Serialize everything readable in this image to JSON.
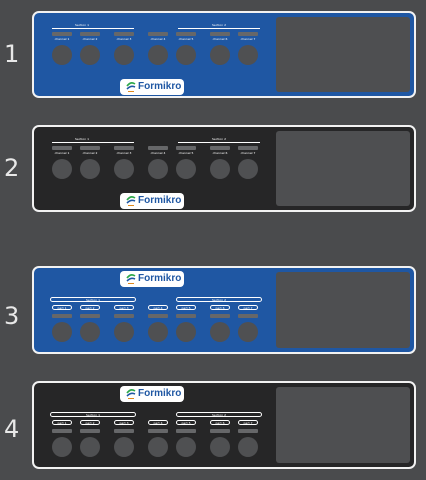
{
  "brand": {
    "name": "Formikro"
  },
  "colors": {
    "blue": "#1f57a3",
    "black": "#262627",
    "background": "#4a4b4d"
  },
  "panels": [
    {
      "number": "1",
      "theme": "blue",
      "variant": "top-labels",
      "sections": [
        "Section 1",
        "Section 2"
      ],
      "labels": [
        "channel 1",
        "channel 2",
        "channel 3",
        "channel 4",
        "channel 5",
        "channel 6",
        "channel 7"
      ]
    },
    {
      "number": "2",
      "theme": "black",
      "variant": "top-labels",
      "sections": [
        "Section 1",
        "Section 2"
      ],
      "labels": [
        "channel 1",
        "channel 2",
        "channel 3",
        "channel 4",
        "channel 5",
        "channel 6",
        "channel 7"
      ]
    },
    {
      "number": "3",
      "theme": "blue",
      "variant": "logo-top",
      "sections": [
        "Section 1",
        "Section 2"
      ],
      "labels": [
        "part 1",
        "part 2",
        "part 3",
        "part 4",
        "part 5",
        "part 6",
        "part 7"
      ]
    },
    {
      "number": "4",
      "theme": "black",
      "variant": "logo-top",
      "sections": [
        "Section 1",
        "Section 2"
      ],
      "labels": [
        "part 1",
        "part 2",
        "part 3",
        "part 4",
        "part 5",
        "part 6",
        "part 7"
      ]
    }
  ]
}
